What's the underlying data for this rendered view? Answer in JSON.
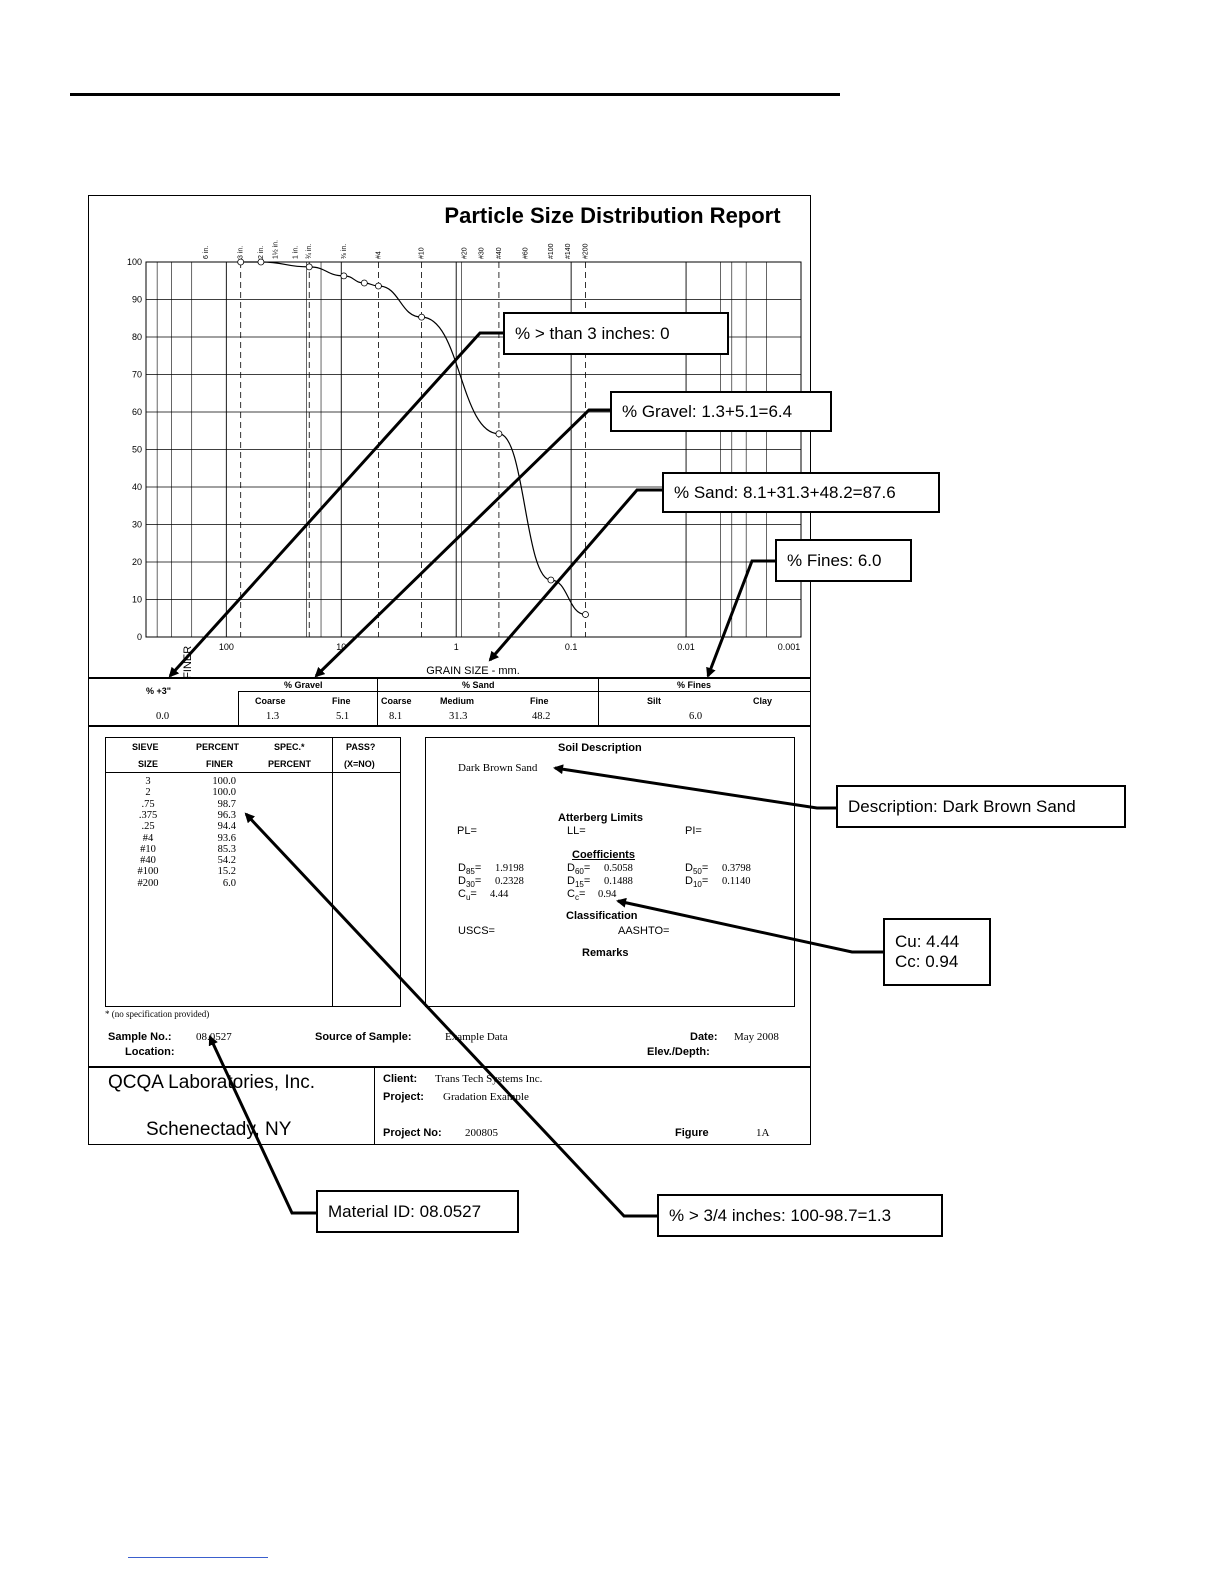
{
  "report_title": "Particle Size Distribution Report",
  "chart_data": {
    "type": "line",
    "xlabel": "GRAIN SIZE - mm.",
    "ylabel": "PERCENT FINER",
    "x_scale": "log-reversed",
    "xlim": [
      500,
      0.001
    ],
    "ylim": [
      0,
      100
    ],
    "x_ticks": [
      "100",
      "10",
      "1",
      "0.1",
      "0.01",
      "0.001"
    ],
    "y_ticks": [
      "0",
      "10",
      "20",
      "30",
      "40",
      "50",
      "60",
      "70",
      "80",
      "90",
      "100"
    ],
    "sieve_labels": [
      "6 in.",
      "3 in.",
      "2 in.",
      "1½ in.",
      "1 in.",
      "¾ in.",
      "⅜ in.",
      "#4",
      "#10",
      "#20",
      "#30",
      "#40",
      "#60",
      "#100",
      "#140",
      "#200"
    ],
    "series": [
      {
        "x": [
          75,
          50,
          19,
          9.5,
          6.3,
          4.75,
          2.0,
          0.425,
          0.15,
          0.075
        ],
        "y": [
          100.0,
          100.0,
          98.7,
          96.3,
          94.4,
          93.6,
          85.3,
          54.2,
          15.2,
          6.0
        ]
      }
    ]
  },
  "summary": {
    "plus3_label": "% +3\"",
    "gravel_label": "% Gravel",
    "sand_label": "% Sand",
    "fines_label": "% Fines",
    "coarse": "Coarse",
    "fine": "Fine",
    "coarse2": "Coarse",
    "medium": "Medium",
    "fine2": "Fine",
    "silt": "Silt",
    "clay": "Clay",
    "v_plus3": "0.0",
    "v_gravel_coarse": "1.3",
    "v_gravel_fine": "5.1",
    "v_sand_coarse": "8.1",
    "v_sand_medium": "31.3",
    "v_sand_fine": "48.2",
    "v_fines": "6.0"
  },
  "sieve_table": {
    "h_sieve": "SIEVE",
    "h_size": "SIZE",
    "h_percent": "PERCENT",
    "h_finer": "FINER",
    "h_spec": "SPEC.*",
    "h_spec2": "PERCENT",
    "h_pass": "PASS?",
    "h_pass2": "(X=NO)",
    "rows": [
      {
        "size": "3",
        "finer": "100.0"
      },
      {
        "size": "2",
        "finer": "100.0"
      },
      {
        "size": ".75",
        "finer": "98.7"
      },
      {
        "size": ".375",
        "finer": "96.3"
      },
      {
        "size": ".25",
        "finer": "94.4"
      },
      {
        "size": "#4",
        "finer": "93.6"
      },
      {
        "size": "#10",
        "finer": "85.3"
      },
      {
        "size": "#40",
        "finer": "54.2"
      },
      {
        "size": "#100",
        "finer": "15.2"
      },
      {
        "size": "#200",
        "finer": "6.0"
      }
    ],
    "footnote": "* (no specification provided)"
  },
  "soil": {
    "heading": "Soil Description",
    "description": "Dark Brown Sand",
    "atterberg_heading": "Atterberg Limits",
    "pl": "PL=",
    "ll": "LL=",
    "pi": "PI=",
    "coeff_heading": "Coefficients",
    "d85": "1.9198",
    "d60": "0.5058",
    "d50": "0.3798",
    "d30": "0.2328",
    "d15": "0.1488",
    "d10": "0.1140",
    "cu": "4.44",
    "cc": "0.94",
    "class_heading": "Classification",
    "uscs": "USCS=",
    "aashto": "AASHTO=",
    "remarks": "Remarks"
  },
  "footer": {
    "sample_no_label": "Sample No.:",
    "sample_no": "08.0527",
    "location_label": "Location:",
    "source_label": "Source of Sample:",
    "source": "Example Data",
    "date_label": "Date:",
    "date": "May 2008",
    "elev_label": "Elev./Depth:",
    "lab_name": "QCQA Laboratories, Inc.",
    "lab_city": "Schenectady, NY",
    "client_label": "Client:",
    "client": "Trans Tech Systems Inc.",
    "project_label": "Project:",
    "project": "Gradation Example",
    "project_no_label": "Project No:",
    "project_no": "200805",
    "figure_label": "Figure",
    "figure": "1A"
  },
  "callouts": {
    "plus3": "% > than 3 inches: 0",
    "gravel": "% Gravel: 1.3+5.1=6.4",
    "sand": "% Sand: 8.1+31.3+48.2=87.6",
    "fines": "% Fines: 6.0",
    "description": "Description: Dark Brown Sand",
    "cu": "Cu: 4.44",
    "cc": "Cc: 0.94",
    "material": "Material ID: 08.0527",
    "three_quarter": "% > 3/4 inches: 100-98.7=1.3"
  }
}
